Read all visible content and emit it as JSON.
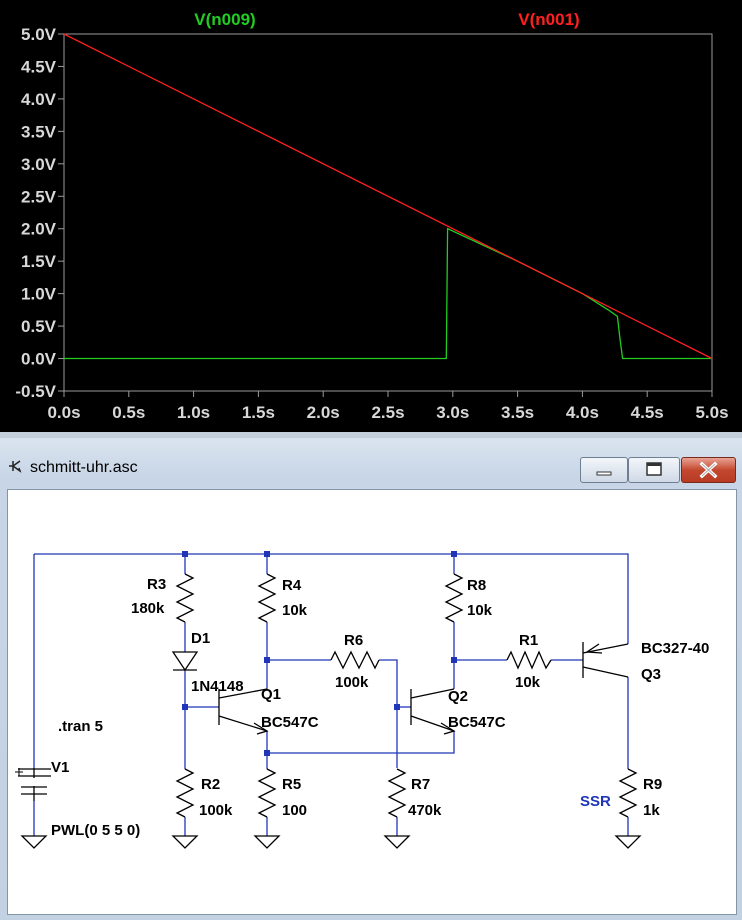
{
  "chart_data": {
    "type": "line",
    "xlim": [
      0,
      5
    ],
    "ylim": [
      -0.5,
      5
    ],
    "x_ticks": [
      "0.0s",
      "0.5s",
      "1.0s",
      "1.5s",
      "2.0s",
      "2.5s",
      "3.0s",
      "3.5s",
      "4.0s",
      "4.5s",
      "5.0s"
    ],
    "y_ticks": [
      "5.0V",
      "4.5V",
      "4.0V",
      "3.5V",
      "3.0V",
      "2.5V",
      "2.0V",
      "1.5V",
      "1.0V",
      "0.5V",
      "0.0V",
      "-0.5V"
    ],
    "series": [
      {
        "name": "V(n009)",
        "color": "#22cc22",
        "x": [
          0,
          2.95,
          2.96,
          3.5,
          4.0,
          4.2,
          4.27,
          4.29,
          4.31,
          5.0
        ],
        "y": [
          0,
          0,
          2.0,
          1.5,
          1.0,
          0.75,
          0.65,
          0.3,
          0,
          0
        ]
      },
      {
        "name": "V(n001)",
        "color": "#ff2020",
        "x": [
          0,
          5
        ],
        "y": [
          5,
          0
        ]
      }
    ],
    "grid": false
  },
  "window": {
    "title": "schmitt-uhr.asc",
    "min_symbol": "—",
    "max_symbol": "▫",
    "close_symbol": "✕"
  },
  "schematic": {
    "labels": {
      "r3": "R3",
      "r3v": "180k",
      "d1": "D1",
      "d1v": "1N4148",
      "r4": "R4",
      "r4v": "10k",
      "r6": "R6",
      "r6v": "100k",
      "q1": "Q1",
      "q1v": "BC547C",
      "r8": "R8",
      "r8v": "10k",
      "r1": "R1",
      "r1v": "10k",
      "q2": "Q2",
      "q2v": "BC547C",
      "q3v": "BC327-40",
      "q3": "Q3",
      "tran": ".tran 5",
      "v1": "V1",
      "v1v": "PWL(0 5 5 0)",
      "r2": "R2",
      "r2v": "100k",
      "r5": "R5",
      "r5v": "100",
      "r7": "R7",
      "r7v": "470k",
      "r9": "R9",
      "r9v": "1k",
      "ssr": "SSR"
    }
  }
}
